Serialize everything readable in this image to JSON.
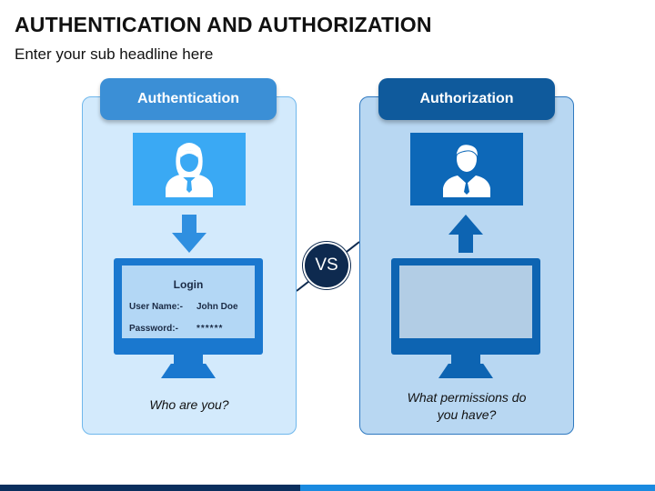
{
  "title": "AUTHENTICATION AND AUTHORIZATION",
  "subtitle": "Enter your sub headline here",
  "authentication": {
    "header": "Authentication",
    "login": {
      "title": "Login",
      "username_label": "User Name:-",
      "username_value": "John Doe",
      "password_label": "Password:-",
      "password_value": "******"
    },
    "caption": "Who are you?",
    "icon": "female-user-icon",
    "arrow": "down-arrow"
  },
  "authorization": {
    "header": "Authorization",
    "caption_line1": "What permissions do",
    "caption_line2": "you have?",
    "icon": "male-user-icon",
    "arrow": "up-arrow"
  },
  "vs_label": "VS",
  "colors": {
    "auth_header": "#3b8fd6",
    "authz_header": "#0f5a9c",
    "auth_panel": "#d3eafc",
    "authz_panel": "#b8d7f2",
    "vs_circle": "#0e2a4f"
  }
}
